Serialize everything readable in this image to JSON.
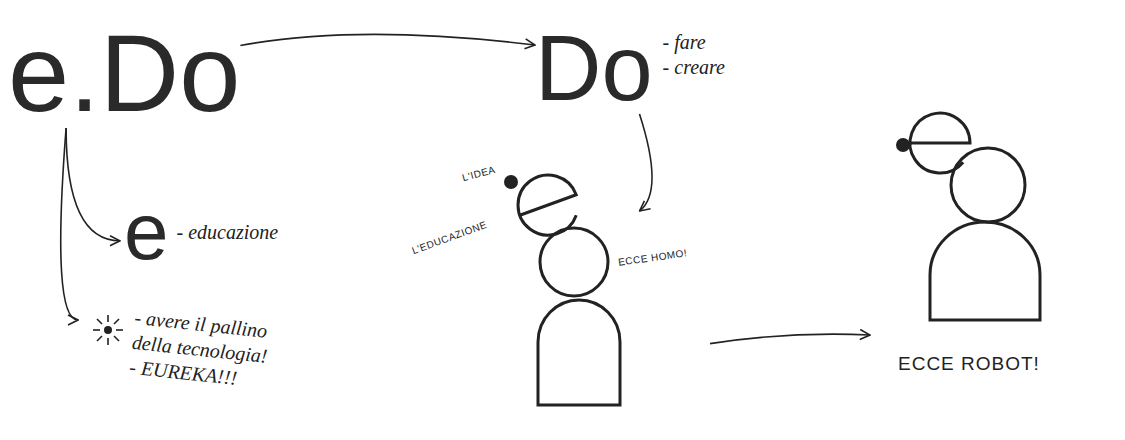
{
  "diagram": {
    "nodes": [
      {
        "text": [
          "e.Do"
        ]
      },
      {
        "text": [
          "Do",
          "- fare",
          "- creare"
        ]
      },
      {
        "text": [
          "e",
          "- educazione"
        ]
      },
      {
        "text": [
          "- avere il pallino della tecnologia!",
          "- EUREKA!!!"
        ]
      },
      {
        "text": [
          "L'IDEA",
          "L'EDUCAZIONE",
          "ECCE HOMO!"
        ]
      },
      {
        "text": [
          "ECCE ROBOT!"
        ]
      }
    ],
    "edges": [
      {
        "from": 0,
        "to": 1,
        "arrow": "to"
      },
      {
        "from": 0,
        "to": 2,
        "arrow": "to"
      },
      {
        "from": 0,
        "to": 3,
        "arrow": "to"
      },
      {
        "from": 1,
        "to": 4,
        "arrow": "to"
      },
      {
        "from": 4,
        "to": 5,
        "arrow": "to"
      }
    ]
  }
}
